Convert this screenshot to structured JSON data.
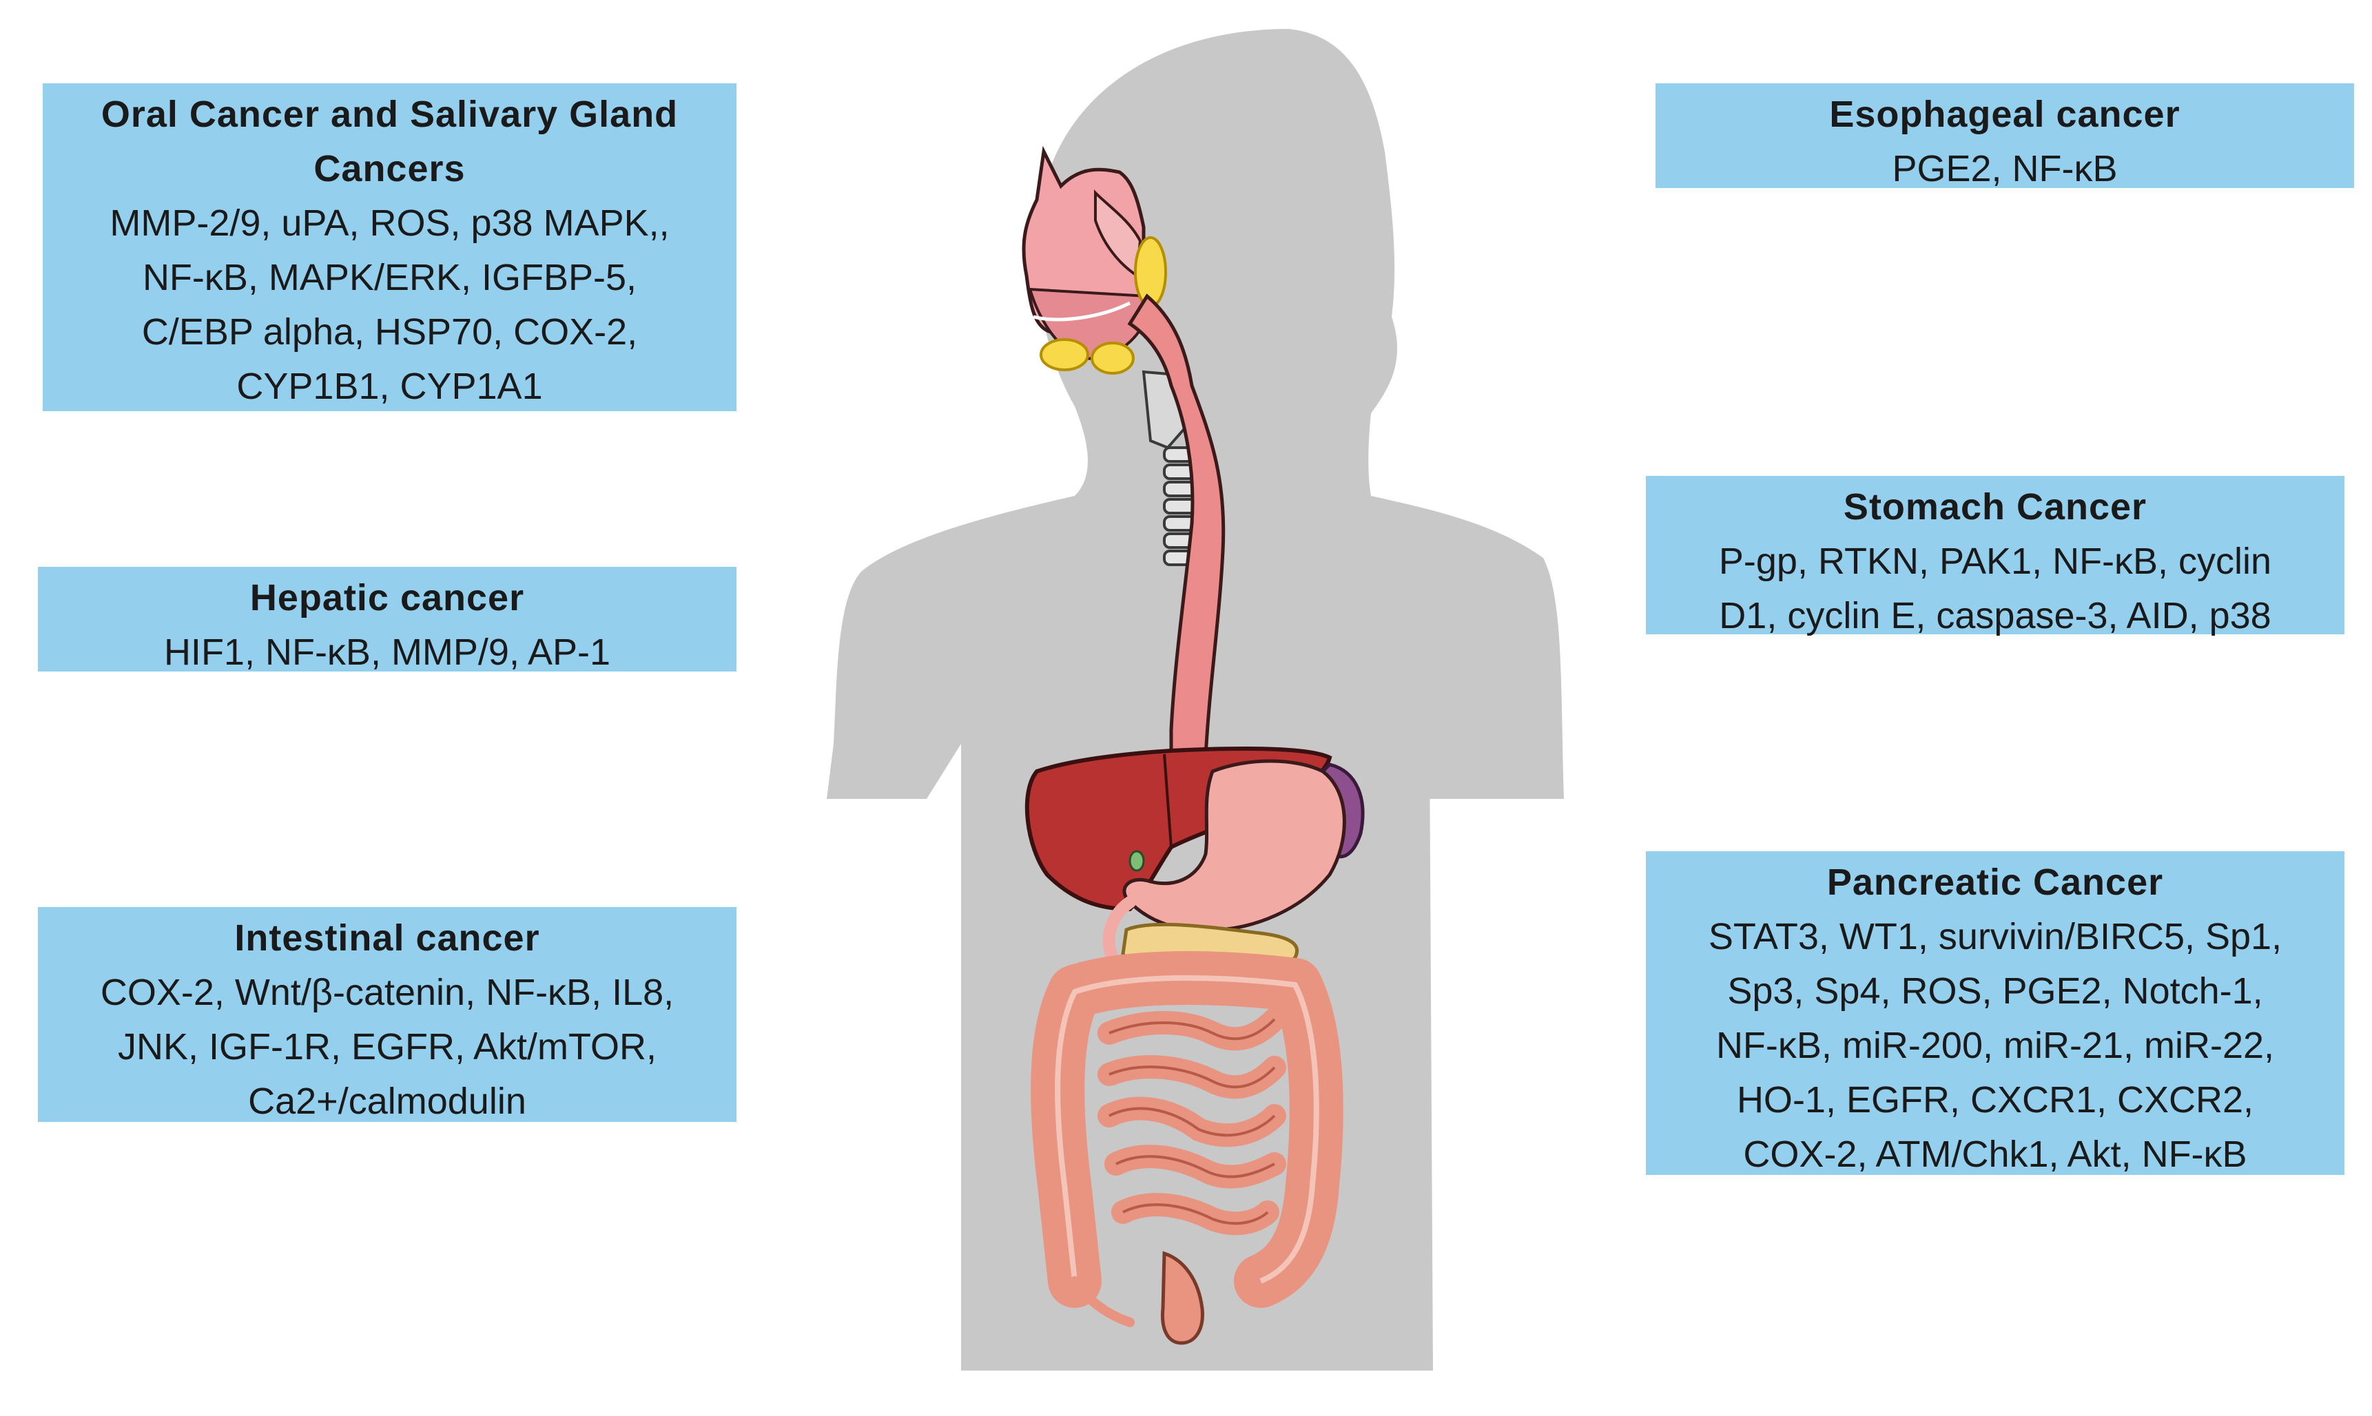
{
  "figure": {
    "boxes": [
      {
        "id": "oral",
        "title": "Oral Cancer and Salivary Gland Cancers",
        "body": "MMP-2/9, uPA, ROS, p38 MAPK,,\nNF-κB, MAPK/ERK, IGFBP-5,\nC/EBP alpha, HSP70, COX-2,\nCYP1B1, CYP1A1"
      },
      {
        "id": "hepatic",
        "title": "Hepatic cancer",
        "body": "HIF1, NF-κB,  MMP/9,  AP-1"
      },
      {
        "id": "intestinal",
        "title": "Intestinal cancer",
        "body": "COX-2, Wnt/β-catenin, NF-κB, IL8,\nJNK, IGF-1R, EGFR, Akt/mTOR,\nCa2+/calmodulin"
      },
      {
        "id": "esophageal",
        "title": "Esophageal cancer",
        "body": "PGE2, NF-κB"
      },
      {
        "id": "stomach",
        "title": "Stomach Cancer",
        "body": "P-gp, RTKN, PAK1, NF-κB, cyclin\nD1, cyclin E, caspase-3, AID, p38"
      },
      {
        "id": "pancreatic",
        "title": "Pancreatic Cancer",
        "body": "STAT3, WT1, survivin/BIRC5, Sp1,\nSp3, Sp4, ROS, PGE2, Notch-1,\nNF-κB, miR-200, miR-21, miR-22,\nHO-1, EGFR, CXCR1, CXCR2,\nCOX-2, ATM/Chk1, Akt, NF-κB"
      }
    ],
    "colors": {
      "box_fill": "#94cfee",
      "silhouette": "#c8c8c8",
      "liver": "#b83232",
      "esophagus": "#ec8b8b",
      "stomach": "#f2aaa4",
      "pancreas": "#f2d38e",
      "intestine": "#e89480",
      "spleen": "#8e4f8f",
      "salivary": "#f8d94a"
    },
    "icons": [
      "human-silhouette",
      "digestive-system-illustration"
    ]
  }
}
